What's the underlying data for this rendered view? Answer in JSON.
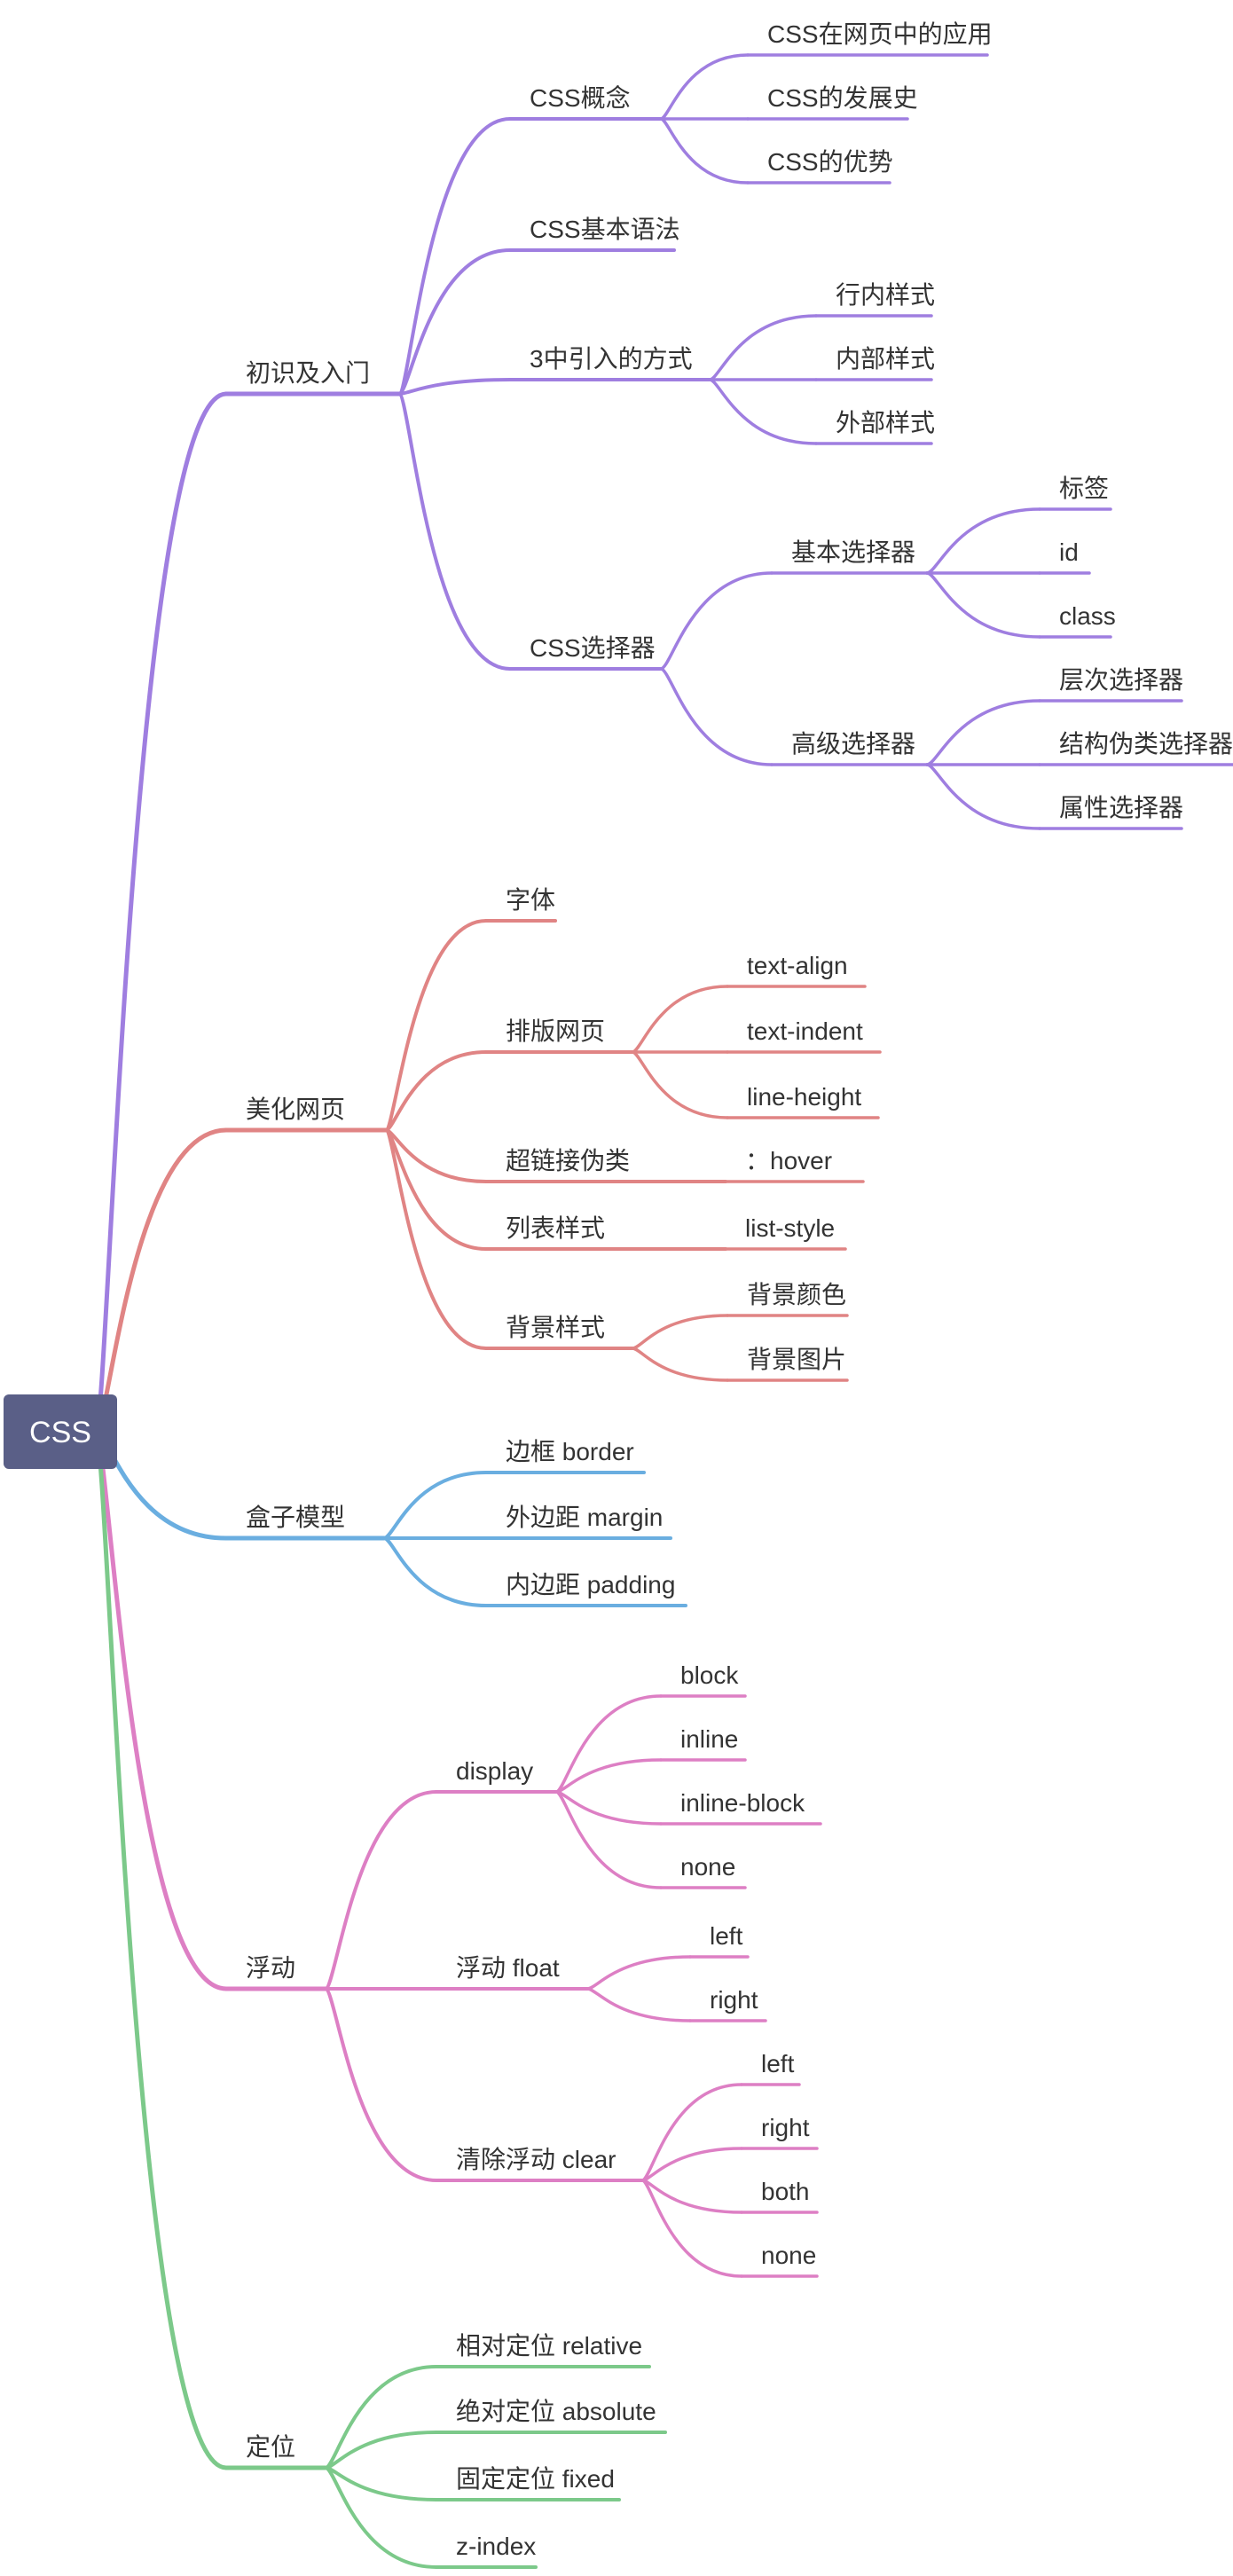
{
  "root": {
    "label": "CSS",
    "fill": "#5a5f87"
  },
  "branches": [
    {
      "id": "b1",
      "label": "初识及入门",
      "color": "#9f7ee0",
      "children": [
        {
          "id": "b1c1",
          "label": "CSS概念",
          "children": [
            {
              "id": "b1c1g1",
              "label": "CSS在网页中的应用"
            },
            {
              "id": "b1c1g2",
              "label": "CSS的发展史"
            },
            {
              "id": "b1c1g3",
              "label": "CSS的优势"
            }
          ]
        },
        {
          "id": "b1c2",
          "label": "CSS基本语法"
        },
        {
          "id": "b1c3",
          "label": "3中引入的方式",
          "children": [
            {
              "id": "b1c3g1",
              "label": "行内样式"
            },
            {
              "id": "b1c3g2",
              "label": "内部样式"
            },
            {
              "id": "b1c3g3",
              "label": "外部样式"
            }
          ]
        },
        {
          "id": "b1c4",
          "label": "CSS选择器",
          "children": [
            {
              "id": "b1c4g1",
              "label": "基本选择器",
              "children": [
                {
                  "id": "b1c4g1a",
                  "label": "标签"
                },
                {
                  "id": "b1c4g1b",
                  "label": "id"
                },
                {
                  "id": "b1c4g1c",
                  "label": "class"
                }
              ]
            },
            {
              "id": "b1c4g2",
              "label": "高级选择器",
              "children": [
                {
                  "id": "b1c4g2a",
                  "label": "层次选择器"
                },
                {
                  "id": "b1c4g2b",
                  "label": "结构伪类选择器"
                },
                {
                  "id": "b1c4g2c",
                  "label": "属性选择器"
                }
              ]
            }
          ]
        }
      ]
    },
    {
      "id": "b2",
      "label": "美化网页",
      "color": "#e08484",
      "children": [
        {
          "id": "b2c1",
          "label": "字体"
        },
        {
          "id": "b2c2",
          "label": "排版网页",
          "children": [
            {
              "id": "b2c2g1",
              "label": "text-align"
            },
            {
              "id": "b2c2g2",
              "label": "text-indent"
            },
            {
              "id": "b2c2g3",
              "label": "line-height"
            }
          ]
        },
        {
          "id": "b2c3",
          "label": "超链接伪类",
          "children": [
            {
              "id": "b2c3g1",
              "label": "：hover"
            }
          ]
        },
        {
          "id": "b2c4",
          "label": "列表样式",
          "children": [
            {
              "id": "b2c4g1",
              "label": "list-style"
            }
          ]
        },
        {
          "id": "b2c5",
          "label": "背景样式",
          "children": [
            {
              "id": "b2c5g1",
              "label": "背景颜色"
            },
            {
              "id": "b2c5g2",
              "label": "背景图片"
            }
          ]
        }
      ]
    },
    {
      "id": "b3",
      "label": "盒子模型",
      "color": "#6aaee0",
      "children": [
        {
          "id": "b3c1",
          "label": "边框 border"
        },
        {
          "id": "b3c2",
          "label": "外边距 margin"
        },
        {
          "id": "b3c3",
          "label": "内边距 padding"
        }
      ]
    },
    {
      "id": "b4",
      "label": "浮动",
      "color": "#dd7fc4",
      "children": [
        {
          "id": "b4c1",
          "label": "display",
          "children": [
            {
              "id": "b4c1g1",
              "label": "block"
            },
            {
              "id": "b4c1g2",
              "label": "inline"
            },
            {
              "id": "b4c1g3",
              "label": "inline-block"
            },
            {
              "id": "b4c1g4",
              "label": "none"
            }
          ]
        },
        {
          "id": "b4c2",
          "label": "浮动 float",
          "children": [
            {
              "id": "b4c2g1",
              "label": "left"
            },
            {
              "id": "b4c2g2",
              "label": "right"
            }
          ]
        },
        {
          "id": "b4c3",
          "label": "清除浮动 clear",
          "children": [
            {
              "id": "b4c3g1",
              "label": "left"
            },
            {
              "id": "b4c3g2",
              "label": "right"
            },
            {
              "id": "b4c3g3",
              "label": "both"
            },
            {
              "id": "b4c3g4",
              "label": "none"
            }
          ]
        }
      ]
    },
    {
      "id": "b5",
      "label": "定位",
      "color": "#7cc98a",
      "children": [
        {
          "id": "b5c1",
          "label": "相对定位 relative"
        },
        {
          "id": "b5c2",
          "label": "绝对定位 absolute"
        },
        {
          "id": "b5c3",
          "label": "固定定位 fixed"
        },
        {
          "id": "b5c4",
          "label": "z-index"
        }
      ]
    }
  ]
}
